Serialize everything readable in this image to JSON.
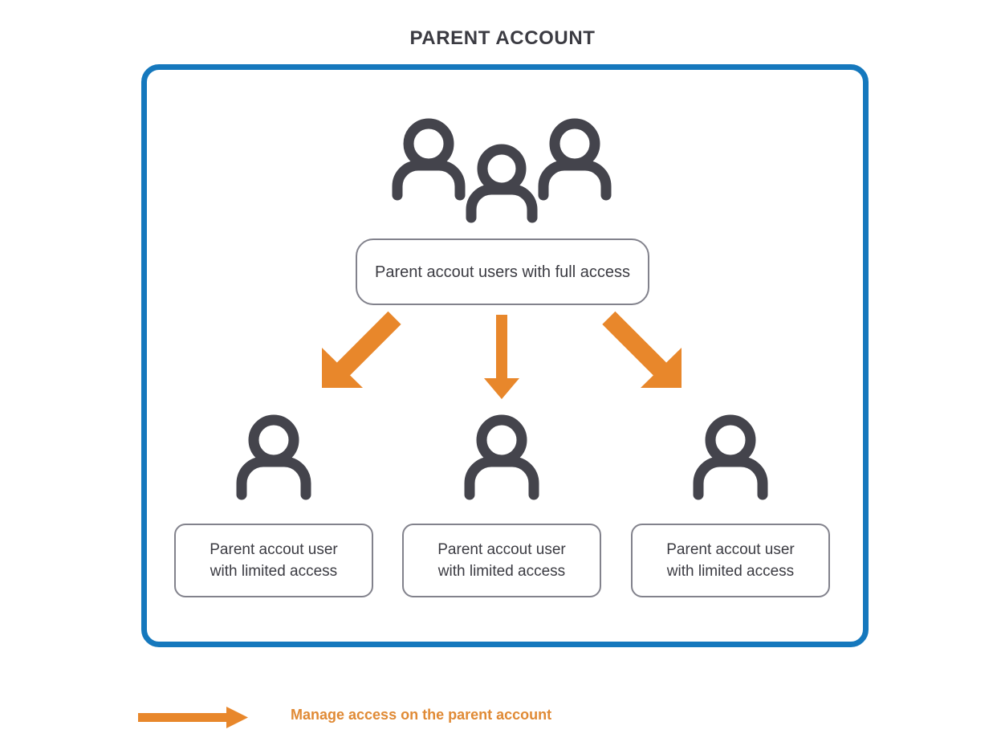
{
  "page": {
    "title": "PARENT ACCOUNT",
    "background_color": "#ffffff"
  },
  "colors": {
    "container_border": "#1578bd",
    "arrow_orange": "#e8872b",
    "legend_text": "#e08a35",
    "icon_gray": "#44444c",
    "box_border": "#82828c",
    "text_dark": "#3b3b42"
  },
  "container": {
    "name": "parent-account-container",
    "top_group": {
      "icon": "three-people-icon",
      "label": "Parent accout users with full access"
    },
    "children": [
      {
        "icon": "person-icon",
        "line1": "Parent accout user",
        "line2": "with limited access",
        "arrow": "arrow-down-left"
      },
      {
        "icon": "person-icon",
        "line1": "Parent accout user",
        "line2": "with limited access",
        "arrow": "arrow-down"
      },
      {
        "icon": "person-icon",
        "line1": "Parent accout user",
        "line2": "with limited access",
        "arrow": "arrow-down-right"
      }
    ]
  },
  "legend": {
    "icon": "right-arrow-icon",
    "label": "Manage access on the parent account"
  }
}
